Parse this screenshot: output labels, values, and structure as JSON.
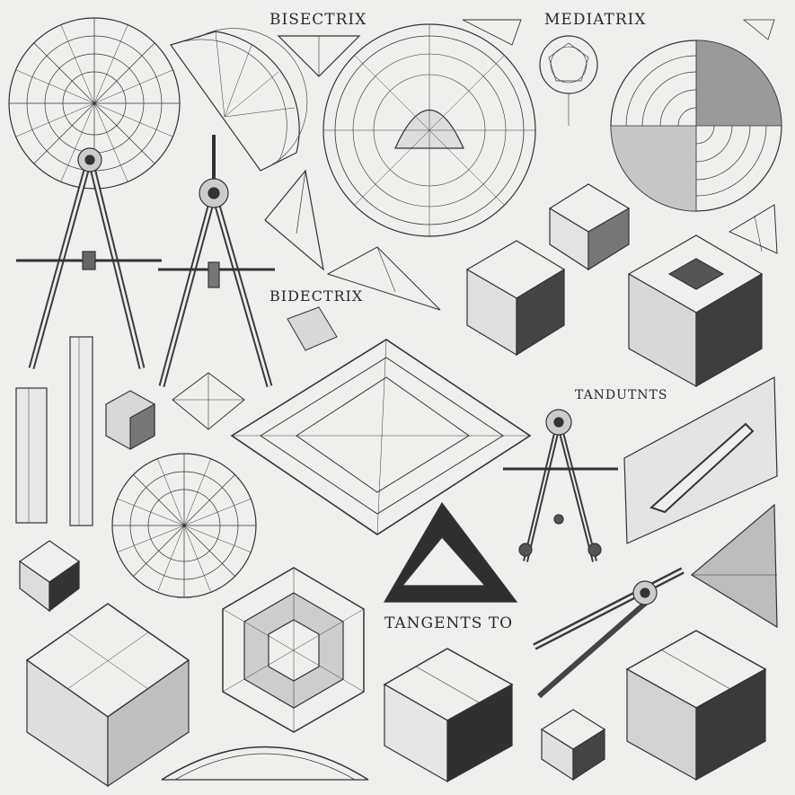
{
  "labels": {
    "bisectrix": "BISECTRIX",
    "mediatrix": "MEDIATRIX",
    "bidectrix": "BIDECTRIX",
    "tandutnts": "TANDUTNTS",
    "tangents_to": "TANGENTS TO"
  },
  "colors": {
    "paper": "#efefed",
    "ink": "#2a2a2a",
    "shade_dark": "#2e2e2e",
    "shade_mid": "#8a8a8a",
    "shade_light": "#cfcfcf"
  }
}
